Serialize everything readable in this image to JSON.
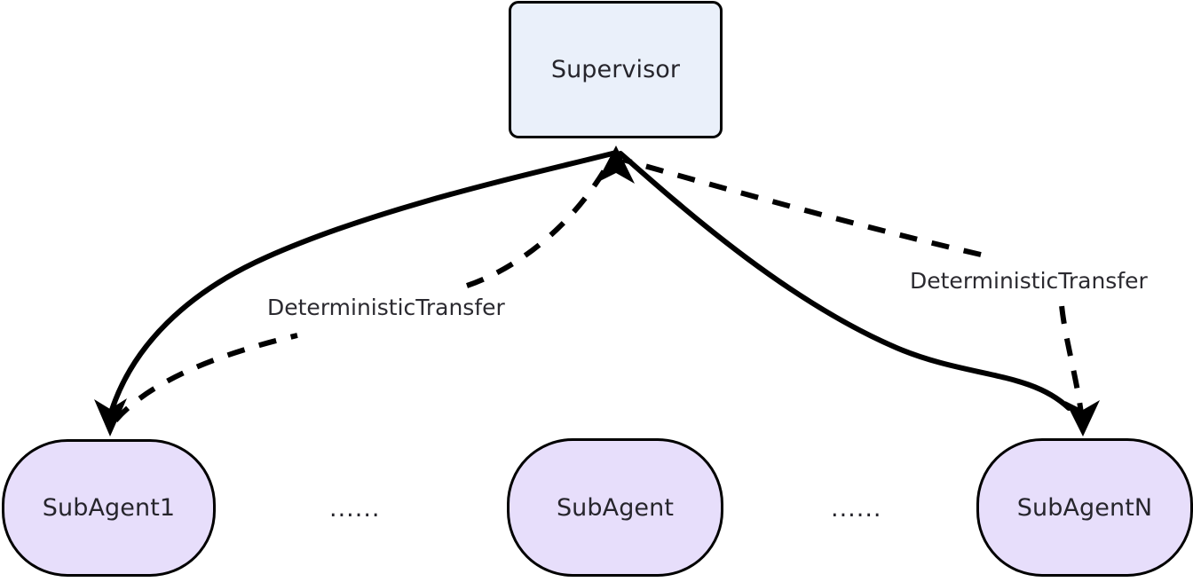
{
  "diagram": {
    "title": "Supervisor multi-agent handoff diagram",
    "type": "node-edge-graph",
    "background_color": "#ffffff",
    "stroke_color": "#000000",
    "text_color": "#26252c"
  },
  "nodes": {
    "supervisor": {
      "label": "Supervisor",
      "shape": "rounded-rectangle",
      "fill_color": "#eaf0fa",
      "border_color": "#000000"
    },
    "subagent_first": {
      "label": "SubAgent1",
      "shape": "stadium",
      "fill_color": "#e7defb",
      "border_color": "#000000"
    },
    "subagent_middle": {
      "label": "SubAgent",
      "shape": "stadium",
      "fill_color": "#e7defb",
      "border_color": "#000000"
    },
    "subagent_last": {
      "label": "SubAgentN",
      "shape": "stadium",
      "fill_color": "#e7defb",
      "border_color": "#000000"
    }
  },
  "ellipsis": {
    "left": "......",
    "right": "......"
  },
  "edges": [
    {
      "id": "supervisor-to-subagent1",
      "from": "supervisor",
      "to": "subagent_first",
      "style": "solid",
      "arrow": "to-subagent",
      "label": ""
    },
    {
      "id": "subagent1-to-supervisor",
      "from": "subagent_first",
      "to": "supervisor",
      "style": "dashed",
      "arrow": "to-supervisor",
      "label": "DeterministicTransfer"
    },
    {
      "id": "supervisor-to-subagentN",
      "from": "supervisor",
      "to": "subagent_last",
      "style": "solid",
      "arrow": "to-subagent",
      "label": ""
    },
    {
      "id": "subagentN-to-supervisor",
      "from": "subagent_last",
      "to": "supervisor",
      "style": "dashed",
      "arrow": "to-supervisor",
      "label": "DeterministicTransfer"
    }
  ],
  "labels": {
    "left_transfer": "DeterministicTransfer",
    "right_transfer": "DeterministicTransfer"
  }
}
